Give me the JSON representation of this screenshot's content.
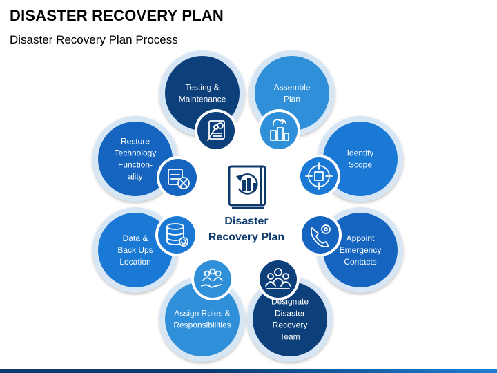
{
  "header": {
    "title": "DISASTER RECOVERY PLAN",
    "subtitle": "Disaster Recovery Plan Process"
  },
  "center": {
    "line1": "Disaster",
    "line2": "Recovery Plan",
    "icon": "disaster-recovery-book-icon"
  },
  "steps": [
    {
      "lines": [
        "Testing &",
        "Maintenance"
      ],
      "icon": "testing-tools-icon",
      "color": "#0d3f7a"
    },
    {
      "lines": [
        "Assemble",
        "Plan"
      ],
      "icon": "assemble-plan-icon",
      "color": "#2f8fd9"
    },
    {
      "lines": [
        "Identify",
        "Scope"
      ],
      "icon": "identify-scope-icon",
      "color": "#1a79d4"
    },
    {
      "lines": [
        "Appoint",
        "Emergency",
        "Contacts"
      ],
      "icon": "emergency-contact-icon",
      "color": "#1565c0"
    },
    {
      "lines": [
        "Designate",
        "Disaster",
        "Recovery",
        "Team"
      ],
      "icon": "recovery-team-icon",
      "color": "#0d3f7a"
    },
    {
      "lines": [
        "Assign Roles &",
        "Responsibilities"
      ],
      "icon": "roles-responsibilities-icon",
      "color": "#2f8fd9"
    },
    {
      "lines": [
        "Data &",
        "Back Ups",
        "Location"
      ],
      "icon": "database-backup-icon",
      "color": "#1a79d4"
    },
    {
      "lines": [
        "Restore",
        "Technology",
        "Function-",
        "ality"
      ],
      "icon": "restore-technology-icon",
      "color": "#1565c0"
    }
  ]
}
